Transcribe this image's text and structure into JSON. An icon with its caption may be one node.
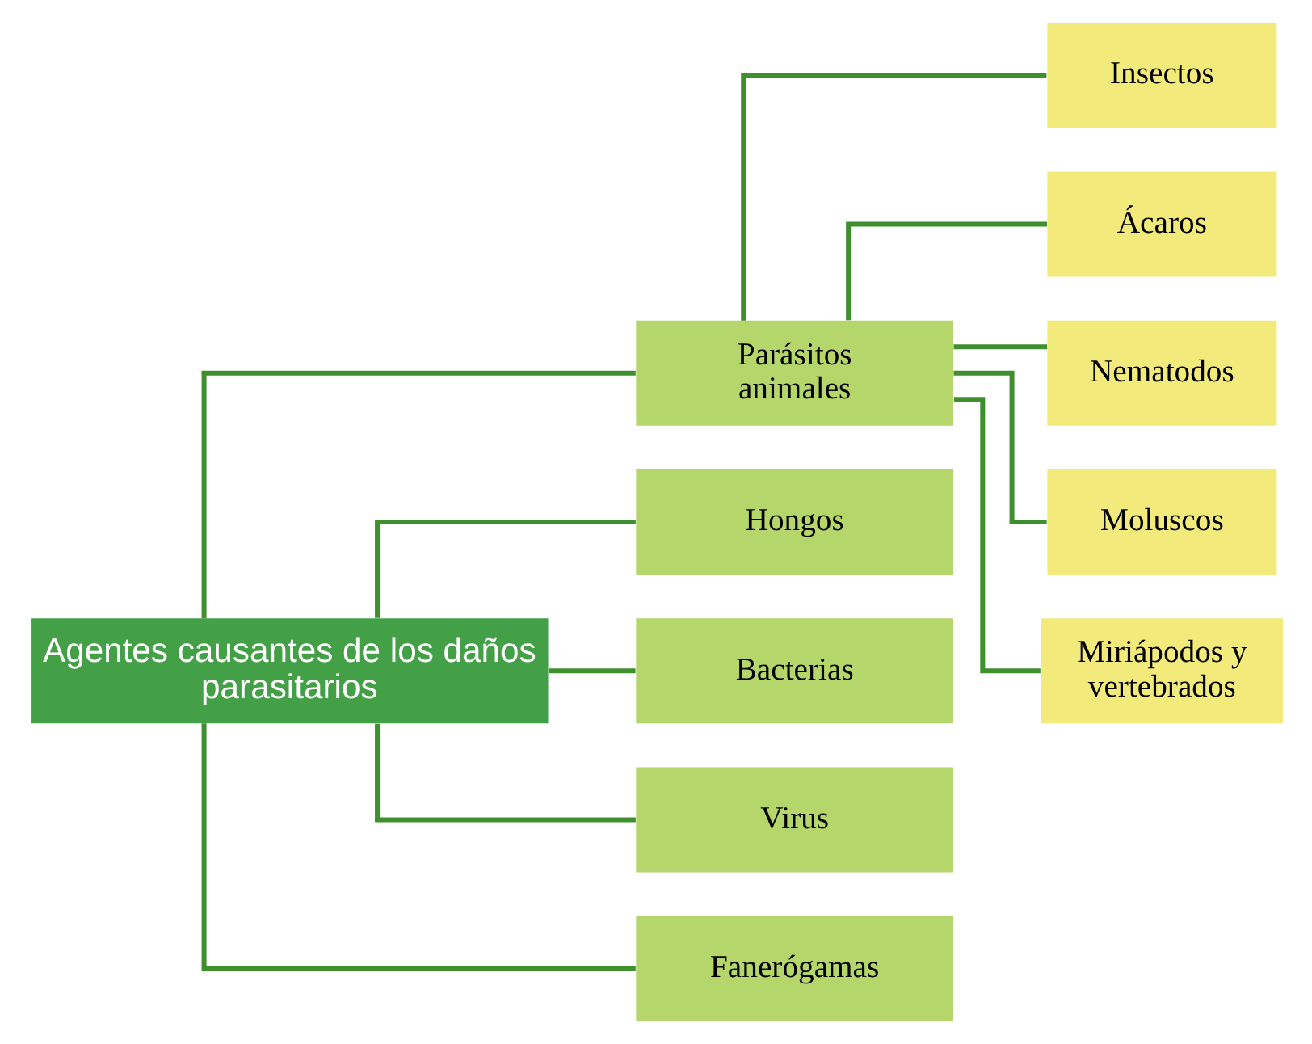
{
  "diagram": {
    "nodes": [
      {
        "text": [
          "Agentes causantes de los daños parasitarios"
        ]
      },
      {
        "text": [
          "Parásitos animales"
        ]
      },
      {
        "text": [
          "Hongos"
        ]
      },
      {
        "text": [
          "Bacterias"
        ]
      },
      {
        "text": [
          "Virus"
        ]
      },
      {
        "text": [
          "Fanerógamas"
        ]
      },
      {
        "text": [
          "Insectos"
        ]
      },
      {
        "text": [
          "Ácaros"
        ]
      },
      {
        "text": [
          "Nematodos"
        ]
      },
      {
        "text": [
          "Moluscos"
        ]
      },
      {
        "text": [
          "Miriápodos y vertebrados"
        ]
      }
    ],
    "edges": [
      {
        "from": 0,
        "to": 1,
        "arrow": "none"
      },
      {
        "from": 0,
        "to": 2,
        "arrow": "none"
      },
      {
        "from": 0,
        "to": 3,
        "arrow": "none"
      },
      {
        "from": 0,
        "to": 4,
        "arrow": "none"
      },
      {
        "from": 0,
        "to": 5,
        "arrow": "none"
      },
      {
        "from": 1,
        "to": 6,
        "arrow": "none"
      },
      {
        "from": 1,
        "to": 7,
        "arrow": "none"
      },
      {
        "from": 1,
        "to": 8,
        "arrow": "none"
      },
      {
        "from": 1,
        "to": 9,
        "arrow": "none"
      },
      {
        "from": 1,
        "to": 10,
        "arrow": "none"
      }
    ]
  }
}
